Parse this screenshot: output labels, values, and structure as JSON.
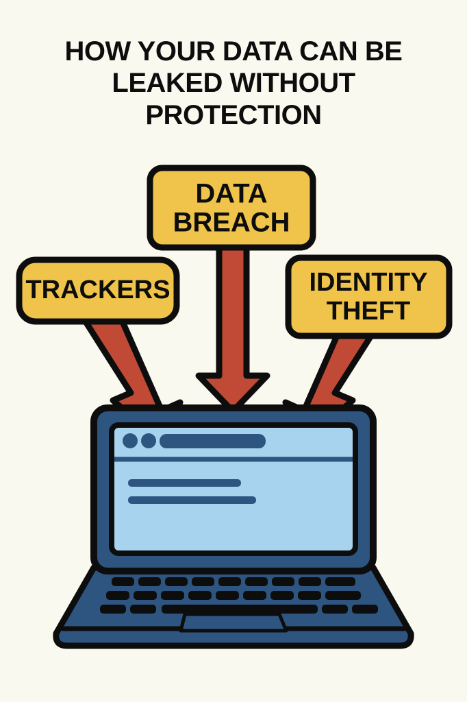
{
  "poster": {
    "background_color": "#faf9f0",
    "title": {
      "line1": "HOW YOUR DATA CAN BE",
      "line2": "LEAKED WITHOUT",
      "line3": "PROTECTION",
      "color": "#0d0d0d"
    },
    "palette": {
      "yellow": "#f0c44a",
      "red": "#c04a35",
      "outline": "#0d0d0d",
      "laptop_body": "#2e5480",
      "screen_bg": "#a8d3ee",
      "screen_accent": "#2e5480",
      "background": "#faf9f0"
    },
    "threat_boxes": [
      {
        "id": "trackers",
        "label_line1": "TRACKERS",
        "label_line2": "",
        "fill": "#f0c44a",
        "arrow_direction": "down-right"
      },
      {
        "id": "data-breach",
        "label_line1": "DATA",
        "label_line2": "BREACH",
        "fill": "#f0c44a",
        "arrow_direction": "down"
      },
      {
        "id": "identity-theft",
        "label_line1": "IDENTITY",
        "label_line2": "THEFT",
        "fill": "#f0c44a",
        "arrow_direction": "down-left"
      }
    ],
    "laptop": {
      "browser_window": {
        "dots_count": 2,
        "address_bar": true,
        "content_lines": 2
      },
      "keyboard": {
        "row1_keys": 9,
        "row2_keys": 9,
        "row3_layout": "2 keys + spacebar + 2 keys",
        "trackpad": true
      }
    }
  }
}
